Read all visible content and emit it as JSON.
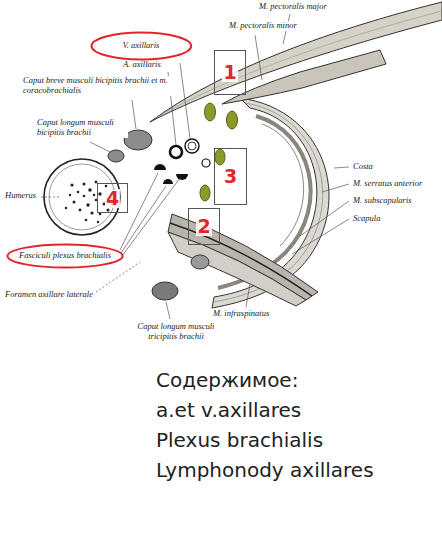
{
  "diagram": {
    "nodes": [
      {
        "text": [
          "V. axillaris"
        ]
      },
      {
        "text": [
          "1"
        ]
      },
      {
        "text": [
          "3"
        ]
      },
      {
        "text": [
          "4"
        ]
      },
      {
        "text": [
          "2"
        ]
      },
      {
        "text": [
          "Fasciculi plexus brachialis"
        ]
      }
    ],
    "labels": [
      "M. pectoralis major",
      "M. pectoralis minor",
      "A. axillaris",
      "Caput breve musculi bicipitis brachii et m. coracobrachialis",
      "Caput longum musculi bicipitis brachii",
      "Costa",
      "M. serratus anterior",
      "M. subscapularis",
      "Scapula",
      "Humerus",
      "Foramen axillare laterale",
      "M. infraspinatus",
      "Caput longum musculi tricipitis brachii",
      "Содержимое:",
      "a.et v.axillares",
      "Plexus brachialis",
      "Lymphonody axillares"
    ]
  }
}
